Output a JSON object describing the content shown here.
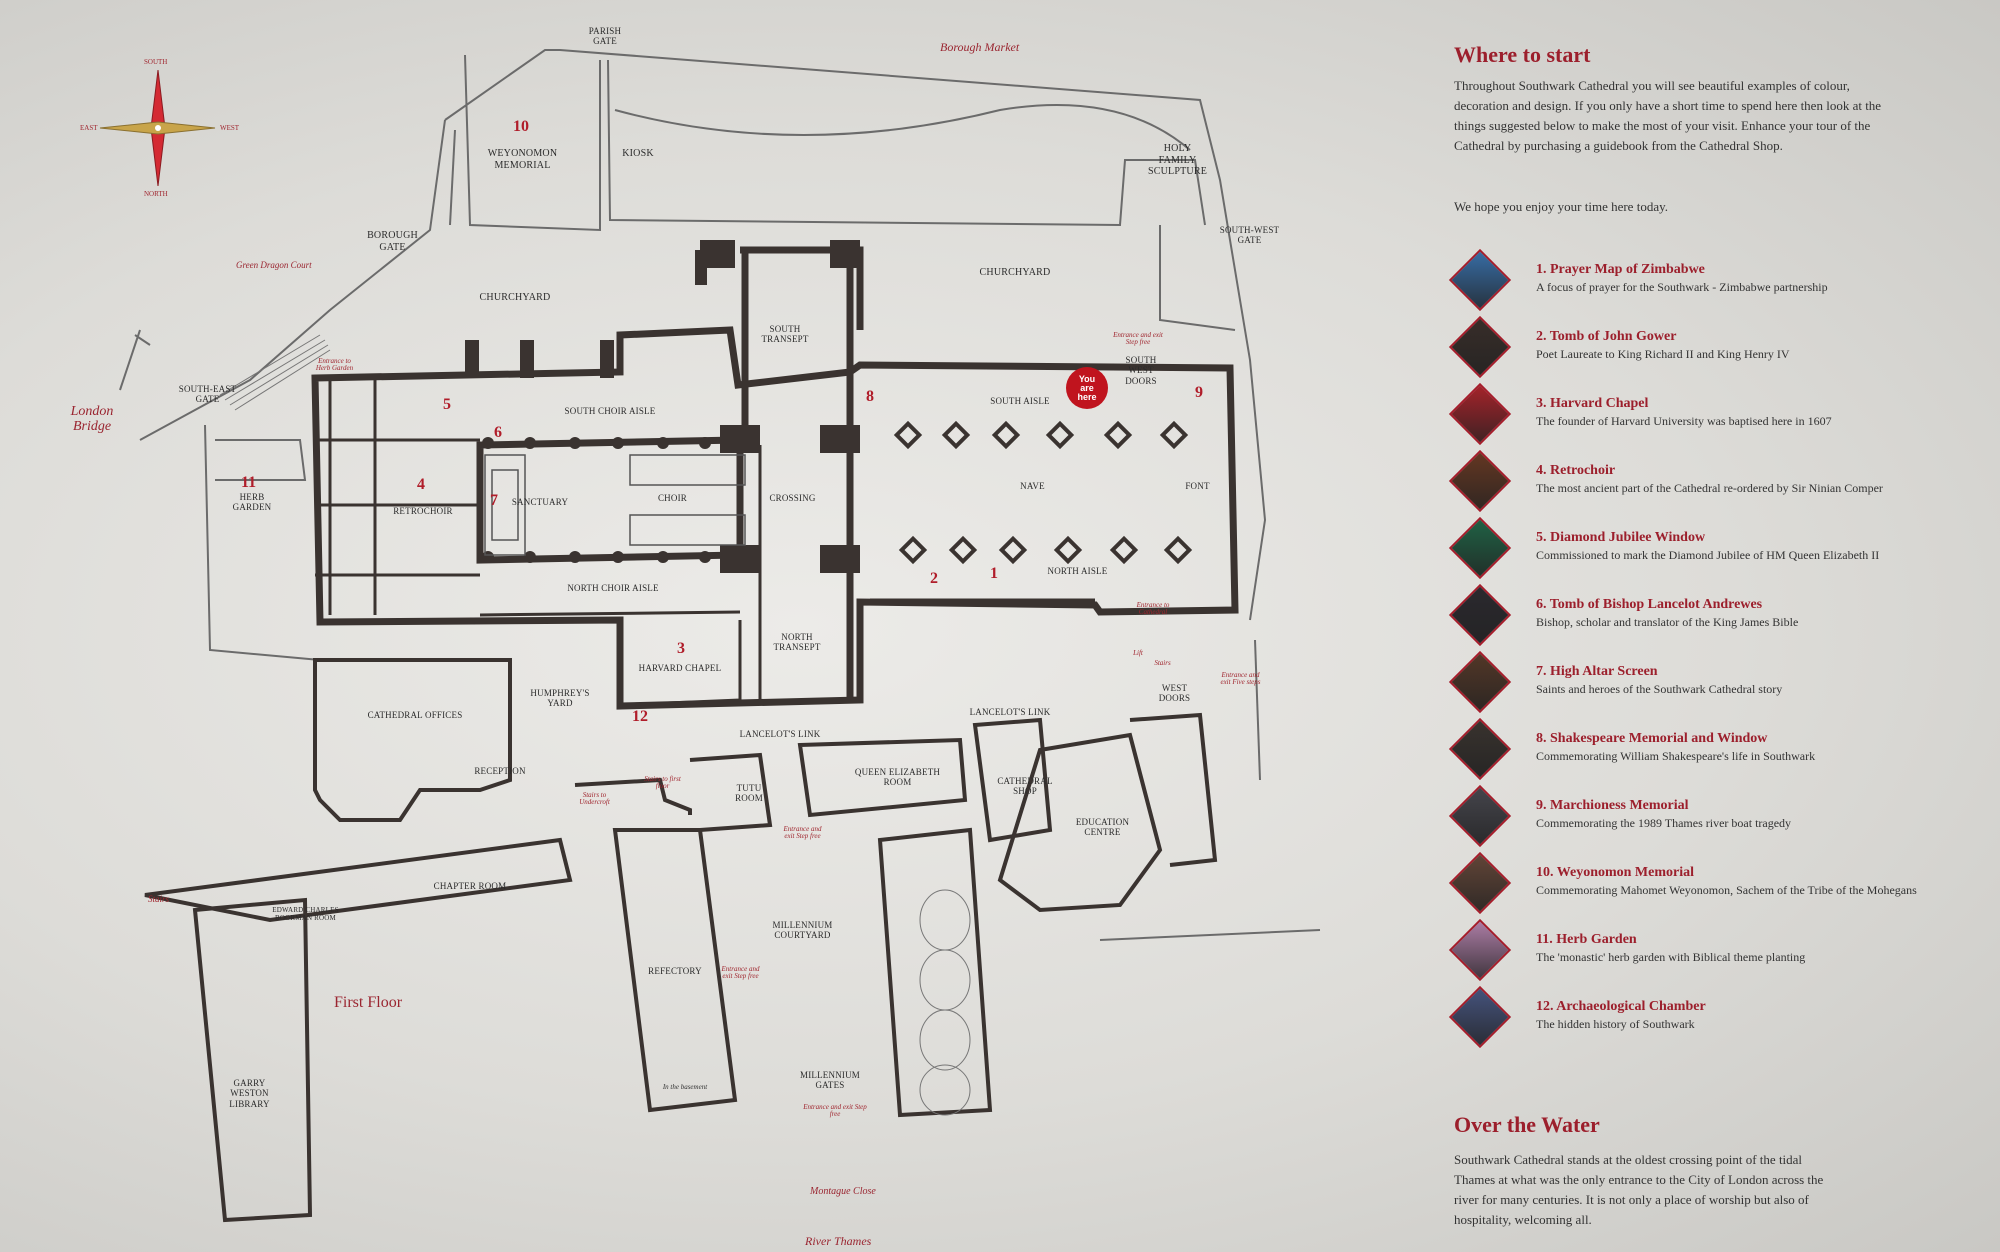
{
  "map": {
    "compass": {
      "south": "SOUTH",
      "north": "NORTH",
      "east": "EAST",
      "west": "WEST"
    },
    "external": {
      "borough_market": "Borough Market",
      "green_dragon_court": "Green Dragon Court",
      "london_bridge": "London Bridge",
      "montague_close": "Montague Close",
      "river_thames": "River Thames",
      "first_floor": "First Floor"
    },
    "labels": {
      "parish_gate": "PARISH GATE",
      "weyonomon_memorial": "WEYONOMON MEMORIAL",
      "kiosk": "KIOSK",
      "holy_family_sculpture": "HOLY FAMILY SCULPTURE",
      "borough_gate": "BOROUGH GATE",
      "churchyard_west": "CHURCHYARD",
      "churchyard_east": "CHURCHYARD",
      "south_west_gate": "SOUTH-WEST GATE",
      "south_east_gate": "SOUTH-EAST GATE",
      "south_transept": "SOUTH TRANSEPT",
      "south_choir_aisle": "SOUTH CHOIR AISLE",
      "south_aisle": "SOUTH AISLE",
      "south_west_doors": "SOUTH WEST DOORS",
      "herb_garden": "HERB GARDEN",
      "retrochoir": "RETROCHOIR",
      "sanctuary": "SANCTUARY",
      "choir": "CHOIR",
      "crossing": "CROSSING",
      "nave": "NAVE",
      "font": "FONT",
      "north_choir_aisle": "NORTH CHOIR AISLE",
      "north_aisle": "NORTH AISLE",
      "north_transept": "NORTH TRANSEPT",
      "harvard_chapel": "HARVARD CHAPEL",
      "humphreys_yard": "HUMPHREY'S YARD",
      "cathedral_offices": "CATHEDRAL OFFICES",
      "reception": "RECEPTION",
      "lancelots_link_1": "LANCELOT'S LINK",
      "lancelots_link_2": "LANCELOT'S LINK",
      "west_doors": "WEST DOORS",
      "tutu_room": "TUTU ROOM",
      "queen_elizabeth_room": "QUEEN ELIZABETH ROOM",
      "cathedral_shop": "CATHEDRAL SHOP",
      "education_centre": "EDUCATION CENTRE",
      "chapter_room": "CHAPTER ROOM",
      "edward_charles": "EDWARD CHARLES BOORMAN ROOM",
      "millennium_courtyard": "MILLENNIUM COURTYARD",
      "refectory": "REFECTORY",
      "millennium_gates": "MILLENNIUM GATES",
      "garry_weston_library": "GARRY WESTON LIBRARY",
      "stairs": "Stairs"
    },
    "notes": {
      "entrance_herb": "Entrance to Herb Garden",
      "entrance_exit_sw": "Entrance and exit Step free",
      "entrance_cathedral": "Entrance to Cathedral",
      "entrance_exit_west": "Entrance and exit Five steps",
      "stairs_first_floor": "Stairs to first floor",
      "stairs_undercroft": "Stairs to Undercroft",
      "entrance_exit_link": "Entrance and exit Step free",
      "entrance_exit_refectory": "Entrance and exit Step free",
      "entrance_exit_gates": "Entrance and exit Step free",
      "in_basement": "In the basement",
      "lift": "Lift",
      "stairs_small": "Stairs"
    },
    "you_are_here": [
      "You",
      "are",
      "here"
    ],
    "numbers": [
      "1",
      "2",
      "3",
      "4",
      "5",
      "6",
      "7",
      "8",
      "9",
      "10",
      "11",
      "12"
    ]
  },
  "panel": {
    "where_title": "Where to start",
    "where_body": "Throughout Southwark Cathedral you will see beautiful examples of colour, decoration and design. If you only have a short time to spend here then look at the things suggested below to make the most of your visit. Enhance your tour of the Cathedral by purchasing a guidebook from the Cathedral Shop.",
    "where_body2": "We hope you enjoy your time here today.",
    "items": [
      {
        "title": "1. Prayer Map of Zimbabwe",
        "desc": "A focus of prayer for the Southwark - Zimbabwe partnership",
        "color": "#3a78b8"
      },
      {
        "title": "2. Tomb of John Gower",
        "desc": "Poet Laureate to King Richard II and King Henry IV",
        "color": "#3b2f2a"
      },
      {
        "title": "3. Harvard Chapel",
        "desc": "The founder of Harvard University was baptised here in 1607",
        "color": "#b8232b"
      },
      {
        "title": "4. Retrochoir",
        "desc": "The most ancient part of the Cathedral re-ordered by Sir Ninian Comper",
        "color": "#6e3a22"
      },
      {
        "title": "5. Diamond Jubilee Window",
        "desc": "Commissioned to mark the Diamond Jubilee of HM Queen Elizabeth II",
        "color": "#1f6b4a"
      },
      {
        "title": "6. Tomb of Bishop Lancelot Andrewes",
        "desc": "Bishop, scholar and translator of the King James Bible",
        "color": "#2c2a30"
      },
      {
        "title": "7. High Altar Screen",
        "desc": "Saints and heroes of the Southwark Cathedral story",
        "color": "#5a3a28"
      },
      {
        "title": "8. Shakespeare Memorial and Window",
        "desc": "Commemorating William Shakespeare's life in Southwark",
        "color": "#3c3530"
      },
      {
        "title": "9. Marchioness Memorial",
        "desc": "Commemorating the 1989 Thames river boat tragedy",
        "color": "#4a4a52"
      },
      {
        "title": "10. Weyonomon Memorial",
        "desc": "Commemorating Mahomet Weyonomon, Sachem of the Tribe of the Mohegans",
        "color": "#6b4a3a"
      },
      {
        "title": "11. Herb Garden",
        "desc": "The 'monastic' herb garden with Biblical theme planting",
        "color": "#c08ab8"
      },
      {
        "title": "12. Archaeological Chamber",
        "desc": "The hidden history of Southwark",
        "color": "#4a5a8a"
      }
    ],
    "over_title": "Over the Water",
    "over_body": "Southwark Cathedral stands at the oldest crossing point of the tidal Thames at what was the only entrance to the City of London across the river for many centuries. It is not only a place of worship but also of hospitality, welcoming all."
  }
}
